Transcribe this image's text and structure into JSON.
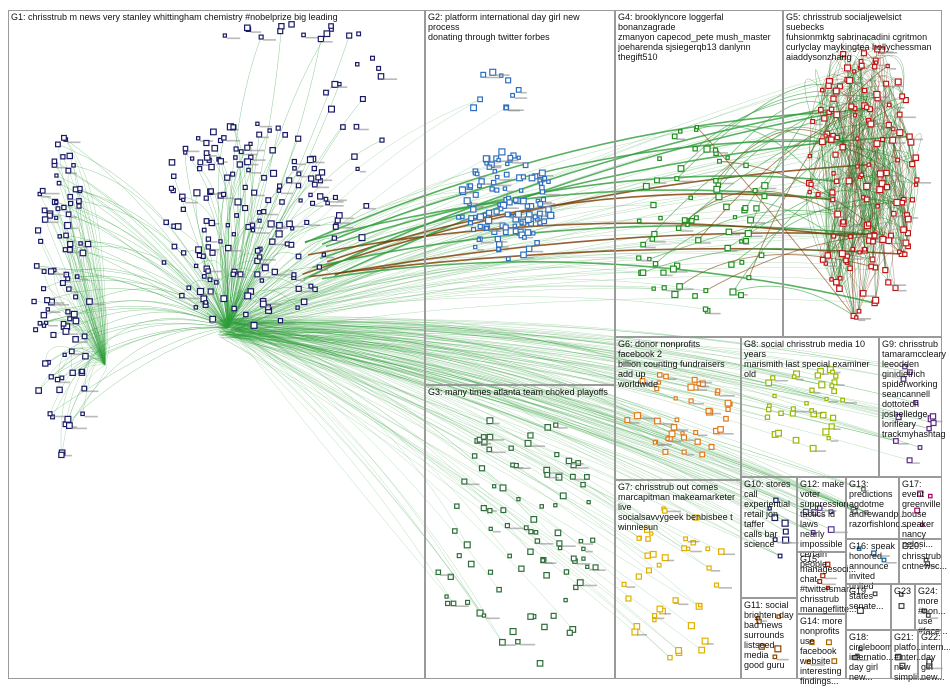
{
  "groups": [
    {
      "id": "G1",
      "label": "G1: chrisstrub m news very stanley whittingham chemistry #nobelprize big leading",
      "color": "#1a1a66"
    },
    {
      "id": "G2",
      "label": "G2: platform international day girl new process\ndonating through twitter forbes",
      "color": "#2e6fbf"
    },
    {
      "id": "G3",
      "label": "G3: many times atlanta team choked playoffs",
      "color": "#2e6e3a"
    },
    {
      "id": "G4",
      "label": "G4: brooklyncore loggerfal bonanzagrade\nzmanyon capecod_pete mush_master\njoeharenda sjsiegerqb13 danlynn thegift510",
      "color": "#1f8f1f"
    },
    {
      "id": "G5",
      "label": "G5: chrisstrub socialjewelsict suebecks\nfuhsionmktg sabrinacadini cgritmon\ncurlyclay maykingtea hollychessman\naiaddysonzhang",
      "color": "#c01818"
    },
    {
      "id": "G6",
      "label": "G6: donor nonprofits facebook 2\nbillion counting fundraisers add up\nworldwide",
      "color": "#e07a1a"
    },
    {
      "id": "G7",
      "label": "G7: chrisstrub out comes\nmarcapitman makeamarketer live\nsocialsavvygeek benbisbee t\nwinniesun",
      "color": "#e0b000"
    },
    {
      "id": "G8",
      "label": "G8: social chrisstrub media 10 years\nmarismith last special examiner old",
      "color": "#9ab800"
    },
    {
      "id": "G9",
      "label": "G9: chrisstrub\ntamaramccleary\nleeodden\nginidietrich\nspiderworking\nseancannell\ndottotech\njoshelledge\nlorifleary\ntrackmyhashtag",
      "color": "#5a2a80"
    },
    {
      "id": "G10",
      "label": "G10: stores\ncall experiential\nretail jon taffer\ncalls bar\nscience",
      "color": "#1a1a66"
    },
    {
      "id": "G11",
      "label": "G11: social\nbrighten day\nbad news\nsurrounds\nlistseed media\ngood guru",
      "color": "#884400"
    },
    {
      "id": "G12",
      "label": "G12: make\nvoter\nsuppression\ntactics id laws\nnearly\nimpossible\ncertain\npeople",
      "color": "#553399"
    },
    {
      "id": "G13",
      "label": "G13:\npredictions\nagdotme\nandrewandp...\nrazorfishlond...",
      "color": "#666666"
    },
    {
      "id": "G14",
      "label": "G14: more\nnonprofits\nuse facebook\nwebsite\ninteresting\nfindings...",
      "color": "#aa6600"
    },
    {
      "id": "G15",
      "label": "G15:\nmanagesoci...\nchat\n#twittersmar...\nchrisstrub\nmanageflitte...",
      "color": "#aa2200"
    },
    {
      "id": "G16",
      "label": "G16: speak\nhonored\nannounce\ninvited united\nstates senate...",
      "color": "#0066aa"
    },
    {
      "id": "G17",
      "label": "G17: event\ngreenville\nhouse\nspeaker\nnancy\npelosi...",
      "color": "#aa0066"
    },
    {
      "id": "G18",
      "label": "G18:\ncircleboom\ninternatio...\nday girl\nnew...",
      "color": "#444444"
    },
    {
      "id": "G19",
      "label": "G19",
      "color": "#444444"
    },
    {
      "id": "G20",
      "label": "G20:\nchrisstrub\ncntnewsc...",
      "color": "#444444"
    },
    {
      "id": "G21",
      "label": "G21:\nplatfo...\n#inter...\nnew\nsimpli...",
      "color": "#444444"
    },
    {
      "id": "G22",
      "label": "G22:\nintern...\nday\ngirl\nnew...",
      "color": "#444444"
    },
    {
      "id": "G23",
      "label": "G23",
      "color": "#444444"
    },
    {
      "id": "G24",
      "label": "G24:\nmore\n#non...\nuse\n#face...",
      "color": "#444444"
    }
  ],
  "colors": {
    "edge": "#2e9e3a",
    "edge_dark": "#7a3a00",
    "border": "#9a9a9a",
    "background": "#ffffff"
  }
}
